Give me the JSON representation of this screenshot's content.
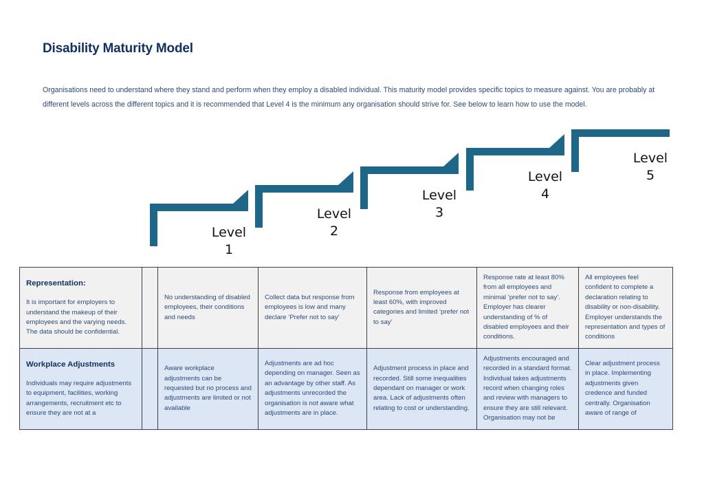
{
  "header": {
    "title": "Disability Maturity Model",
    "intro": "Organisations need to understand where they stand and perform when they employ a disabled individual. This maturity model provides specific topics to measure against. You are probably at different levels across the different topics and it is recommended that Level 4 is the minimum any organisation should strive for. See below to learn how to use the model."
  },
  "colors": {
    "accent_teal": "#1f6788",
    "title_navy": "#12305e",
    "body_text": "#2c4a77",
    "row_grey": "#f1f1f1",
    "row_blue": "#dce6f5",
    "border": "#3d3d4e"
  },
  "staircase": {
    "steps": [
      {
        "label_line1": "Level",
        "label_line2": "1",
        "has_arrow": true
      },
      {
        "label_line1": "Level",
        "label_line2": "2",
        "has_arrow": true
      },
      {
        "label_line1": "Level",
        "label_line2": "3",
        "has_arrow": true
      },
      {
        "label_line1": "Level",
        "label_line2": "4",
        "has_arrow": true
      },
      {
        "label_line1": "Level",
        "label_line2": "5",
        "has_arrow": false
      }
    ]
  },
  "table": {
    "rows": [
      {
        "topic_title": "Representation:",
        "topic_desc": "It is important for employers to understand the makeup of their employees and the varying needs. The data should be confidential.",
        "levels": [
          "No understanding of disabled employees, their conditions and needs",
          "Collect data but response from employees is low and many declare ‘Prefer not to say’",
          "Response from employees at least 60%, with improved categories and limited ‘prefer not to say’",
          "Response rate at least 80% from all employees and minimal ‘prefer not to say’. Employer has clearer understanding of % of disabled employees and their conditions.",
          "All employees feel confident to complete a declaration relating to disability or non-disability. Employer understands the representation and types of conditions"
        ]
      },
      {
        "topic_title": "Workplace Adjustments",
        "topic_desc": "Individuals may require adjustments to equipment, facilities, working arrangements, recruitment etc to ensure they are not at a",
        "levels": [
          "Aware workplace adjustments can be requested but no process and adjustments are limited or not available",
          "Adjustments are ad hoc depending on manager. Seen as an advantage by other staff. As adjustments unrecorded the organisation is not aware what adjustments are in place.",
          "Adjustment process in place and recorded. Still some inequalities dependant on manager or work area. Lack of adjustments often relating to cost or understanding.",
          "Adjustments encouraged and recorded in a standard format. Individual takes adjustments record when changing roles and review with managers to ensure they are still relevant. Organisation may not be",
          "Clear adjustment process in place. Implementing adjustments given credence and funded centrally. Organisation aware of range of"
        ]
      }
    ]
  }
}
